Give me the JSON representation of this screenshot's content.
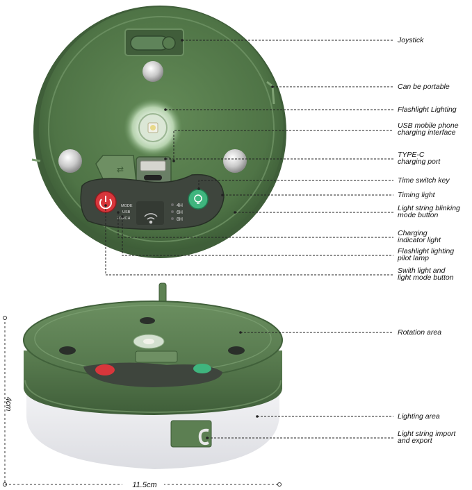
{
  "callouts": [
    {
      "id": "joystick",
      "text": "Joystick"
    },
    {
      "id": "portable",
      "text": "Can be portable"
    },
    {
      "id": "flashlight",
      "text": "Flashlight Lighting"
    },
    {
      "id": "usb",
      "text": "USB mobile phone\ncharging interface"
    },
    {
      "id": "typec",
      "text": "TYPE-C\ncharging port"
    },
    {
      "id": "timeswitch",
      "text": "Time switch key"
    },
    {
      "id": "timinglight",
      "text": "Timing light"
    },
    {
      "id": "blinking",
      "text": "Light string blinking\nmode button"
    },
    {
      "id": "charging",
      "text": "Charging\nindicator light"
    },
    {
      "id": "pilot",
      "text": "Flashlight lighting\npilot lamp"
    },
    {
      "id": "switch",
      "text": "Swith light and\nlight mode button"
    },
    {
      "id": "rotation",
      "text": "Rotation area"
    },
    {
      "id": "lighting",
      "text": "Lighting area"
    },
    {
      "id": "import",
      "text": "Light string import\nand export"
    }
  ],
  "panel_labels": {
    "mode": "MODE",
    "usb": "USB",
    "torch": "TORCH",
    "h4": "4H",
    "h6": "6H",
    "h8": "8H"
  },
  "dimensions": {
    "height": "4cm",
    "width": "11.5cm"
  },
  "colors": {
    "body": "#4f6f45",
    "body_dark": "#3c5835",
    "red": "#d8363b",
    "green": "#3fb57e",
    "panel": "#3f4a3f"
  }
}
